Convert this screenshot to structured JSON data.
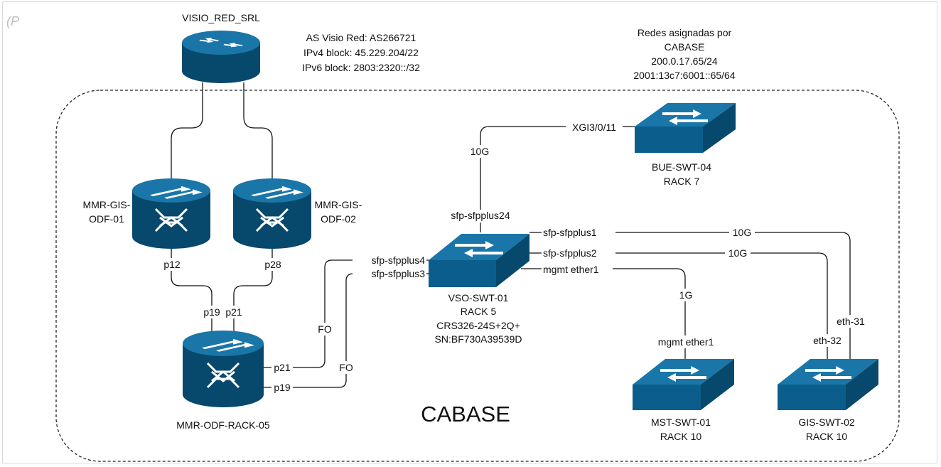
{
  "corner_text": "(P",
  "core_router": {
    "name": "VISIO_RED_SRL"
  },
  "as_info": [
    "AS Visio Red: AS266721",
    "IPv4 block: 45.229.204/22",
    "IPv6 block: 2803:2320::/32"
  ],
  "cabase_nets": [
    "Redes asignadas por",
    "CABASE",
    "200.0.17.65/24",
    "2001:13c7:6001::65/64"
  ],
  "area_label": "CABASE",
  "odf_01": {
    "name_line1": "MMR-GIS-",
    "name_line2": "ODF-01",
    "port_down": "p12"
  },
  "odf_02": {
    "name_line1": "MMR-GIS-",
    "name_line2": "ODF-02",
    "port_down": "p28"
  },
  "odf_rack05": {
    "name": "MMR-ODF-RACK-05",
    "port_a": "p19",
    "port_b": "p21",
    "port_out1": "p21",
    "port_out2": "p19"
  },
  "vso_swt": {
    "lines": [
      "VSO-SWT-01",
      "RACK 5",
      "CRS326-24S+2Q+",
      "SN:BF730A39539D"
    ],
    "port_up": "sfp-sfpplus24",
    "port_fo1": "sfp-sfpplus4",
    "port_fo2": "sfp-sfpplus3",
    "port_gis1": "sfp-sfpplus1",
    "port_gis2": "sfp-sfpplus2",
    "port_mgmt": "mgmt ether1"
  },
  "bue_swt": {
    "name": "BUE-SWT-04",
    "rack": "RACK 7",
    "port": "XGI3/0/11"
  },
  "mst_swt": {
    "name": "MST-SWT-01",
    "rack": "RACK 10",
    "port": "mgmt ether1"
  },
  "gis_swt": {
    "name": "GIS-SWT-02",
    "rack": "RACK 10",
    "port_a": "eth-31",
    "port_b": "eth-32"
  },
  "link_labels": {
    "vso_bue": "10G",
    "vso_gis1": "10G",
    "vso_gis2": "10G",
    "vso_mst": "1G",
    "fo1": "FO",
    "fo2": "FO"
  },
  "colors": {
    "device_blue": "#0b5e8c",
    "device_dark": "#07486d",
    "device_light": "#1a76a8"
  }
}
